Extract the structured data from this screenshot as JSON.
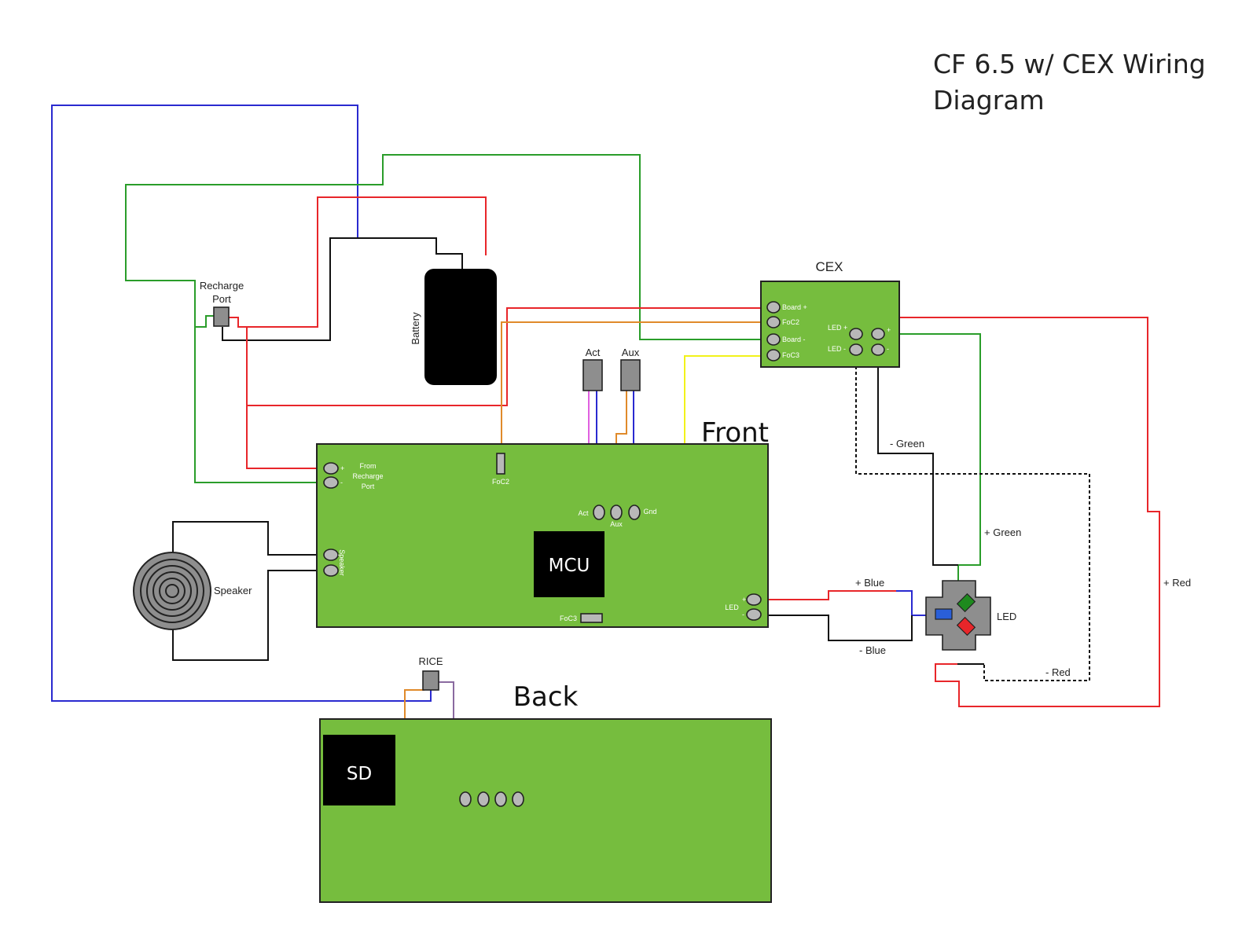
{
  "title": {
    "line1": "CF 6.5 w/ CEX Wiring",
    "line2": "Diagram"
  },
  "colors": {
    "board_green": "#76bd3e",
    "wire_red": "#e8262a",
    "wire_black": "#111111",
    "wire_green": "#2a9d2a",
    "wire_blue": "#2a2ad0",
    "wire_yellow": "#f2f21a",
    "wire_orange": "#e08a2a",
    "wire_pink": "#e060e0",
    "wire_purple": "#8a6aa0",
    "component_gray": "#8e8e8e"
  },
  "components": {
    "recharge_port": {
      "line1": "Recharge",
      "line2": "Port"
    },
    "battery": "Battery",
    "cex": {
      "title": "CEX",
      "pins": [
        "Board +",
        "FoC2",
        "Board -",
        "FoC3"
      ],
      "led_plus": "LED +",
      "led_minus": "LED -",
      "plus": "+",
      "minus": "-"
    },
    "switches": {
      "act": "Act",
      "aux": "Aux"
    },
    "speaker": "Speaker",
    "rice": "RICE",
    "led": "LED"
  },
  "front_board": {
    "title": "Front",
    "recharge_in": {
      "line1": "From",
      "line2": "Recharge",
      "line3": "Port",
      "plus": "+",
      "minus": "-"
    },
    "foc2": "FoC2",
    "pins": {
      "act": "Act",
      "aux": "Aux",
      "gnd": "Gnd"
    },
    "mcu": "MCU",
    "speaker_pins": "Speaker",
    "led": {
      "label": "LED",
      "plus": "+",
      "minus": "-"
    },
    "foc3": "FoC3"
  },
  "back_board": {
    "title": "Back",
    "sd": "SD"
  },
  "wire_labels": {
    "minus_green": "- Green",
    "plus_green": "+ Green",
    "plus_blue": "+ Blue",
    "minus_blue": "- Blue",
    "plus_red": "+ Red",
    "minus_red": "- Red"
  }
}
